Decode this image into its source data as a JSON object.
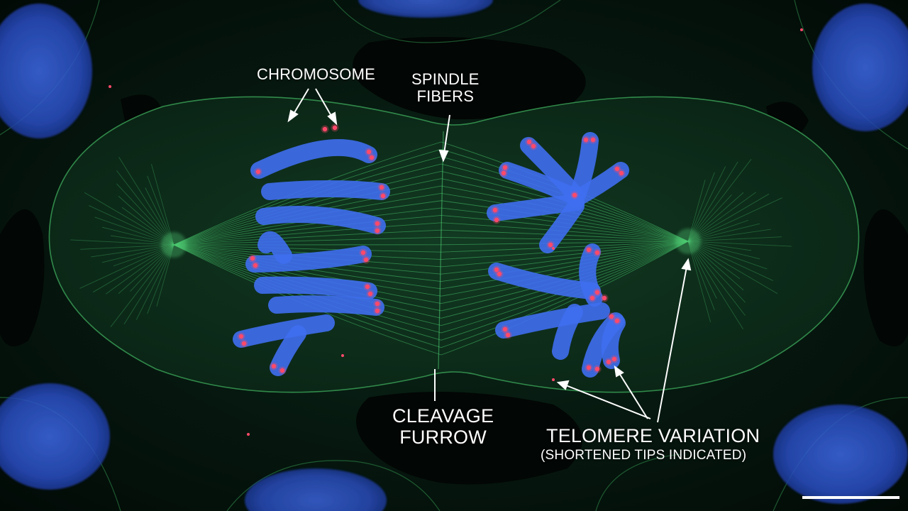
{
  "labels": {
    "chromosome": "CHROMOSOME",
    "spindle_line1": "SPINDLE",
    "spindle_line2": "FIBERS",
    "cleavage_line1": "CLEAVAGE",
    "cleavage_line2": "FURROW",
    "telomere_main": "TELOMERE VARIATION",
    "telomere_sub": "(SHORTENED TIPS INDICATED)"
  },
  "colors": {
    "dna_stain": "#3f6ef0",
    "tubulin_stain": "#3fae5e",
    "telomere_stain": "#ff4a6a",
    "annotation": "#ffffff"
  }
}
